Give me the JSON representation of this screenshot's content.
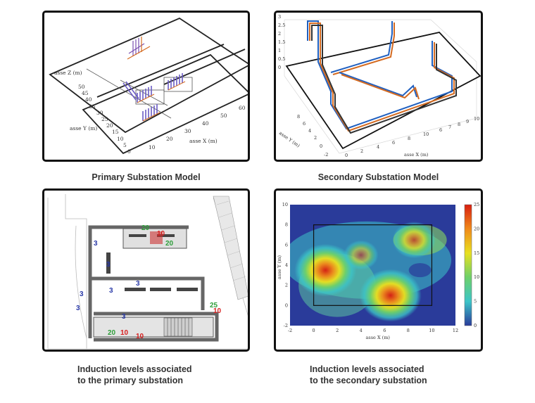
{
  "captions": {
    "primary_model": "Primary Substation Model",
    "secondary_model": "Secondary Substation Model",
    "primary_induction_line1": "Induction levels associated",
    "primary_induction_line2": "to the primary substation",
    "secondary_induction_line1": "Induction levels associated",
    "secondary_induction_line2": "to the secondary substation"
  },
  "primary_model_axes": {
    "z_label": "asse Z (m)",
    "y_label": "asse Y (m)",
    "x_label": "asse X (m)",
    "y_ticks": [
      "50",
      "45",
      "40",
      "35",
      "30",
      "25",
      "20",
      "15",
      "10",
      "5",
      "0"
    ],
    "x_ticks": [
      "10",
      "20",
      "30",
      "40",
      "50",
      "60"
    ]
  },
  "secondary_model_axes": {
    "y_label": "asse Y (m)",
    "x_label": "asse X (m)",
    "z_ticks": [
      "3",
      "2.5",
      "2",
      "1.5",
      "1",
      "0.5",
      "0"
    ],
    "y_ticks": [
      "8",
      "6",
      "4",
      "2",
      "0",
      "-2"
    ],
    "x_ticks": [
      "0",
      "2",
      "4",
      "6",
      "8",
      "10"
    ],
    "x_ticks_right": [
      "6",
      "7",
      "8",
      "9",
      "10"
    ]
  },
  "primary_plan_labels": [
    {
      "text": "20",
      "color": "#2e9e3a"
    },
    {
      "text": "10",
      "color": "#d62020"
    },
    {
      "text": "20",
      "color": "#2e9e3a"
    },
    {
      "text": "3",
      "color": "#2a3aa8"
    },
    {
      "text": "3",
      "color": "#2a3aa8"
    },
    {
      "text": "3",
      "color": "#2a3aa8"
    },
    {
      "text": "3",
      "color": "#2a3aa8"
    },
    {
      "text": "3",
      "color": "#2a3aa8"
    },
    {
      "text": "25",
      "color": "#2e9e3a"
    },
    {
      "text": "10",
      "color": "#d62020"
    },
    {
      "text": "3",
      "color": "#2a3aa8"
    },
    {
      "text": "3",
      "color": "#2a3aa8"
    },
    {
      "text": "20",
      "color": "#2e9e3a"
    },
    {
      "text": "10",
      "color": "#d62020"
    },
    {
      "text": "10",
      "color": "#d62020"
    }
  ],
  "heatmap": {
    "type": "heatmap",
    "xlabel": "asse X (m)",
    "ylabel": "asse Y (m)",
    "xlim": [
      -2,
      12
    ],
    "ylim": [
      -2,
      10
    ],
    "x_ticks": [
      "-2",
      "0",
      "2",
      "4",
      "6",
      "8",
      "10",
      "12"
    ],
    "y_ticks": [
      "10",
      "8",
      "6",
      "4",
      "2",
      "0",
      "-2"
    ],
    "colorbar_range": [
      0,
      25
    ],
    "colorbar_ticks": [
      "25",
      "20",
      "15",
      "10",
      "5",
      "0"
    ],
    "hotspots": [
      {
        "x": 1.0,
        "y": 3.5,
        "value": 25
      },
      {
        "x": 6.5,
        "y": 1.0,
        "value": 25
      },
      {
        "x": 8.5,
        "y": 6.5,
        "value": 14
      },
      {
        "x": 4.0,
        "y": 5.0,
        "value": 9
      }
    ],
    "colors": {
      "low": "#2a3b9a",
      "mid": "#3cc5c8",
      "high": "#d81e10"
    }
  }
}
